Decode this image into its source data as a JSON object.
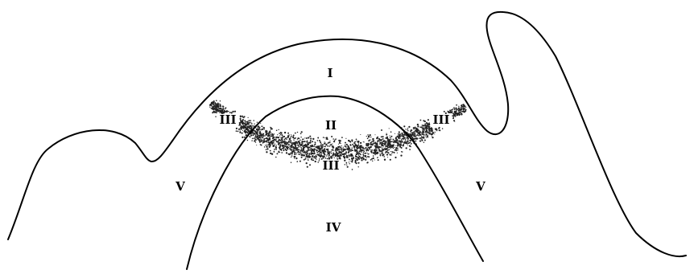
{
  "diagram": {
    "labels": {
      "region_1": "I",
      "region_2": "II",
      "region_3_left": "III",
      "region_3_center": "III",
      "region_3_right": "III",
      "region_4": "IV",
      "region_5_left": "V",
      "region_5_right": "V"
    },
    "colors": {
      "line": "#000000",
      "stipple": "#222222",
      "background": "#ffffff"
    }
  }
}
